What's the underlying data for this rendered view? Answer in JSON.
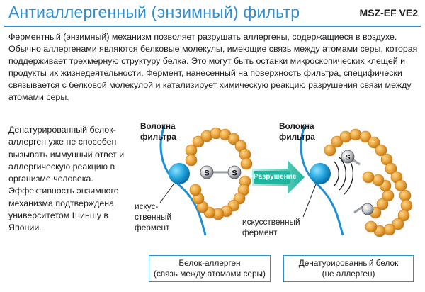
{
  "header": {
    "title": "Антиаллергенный (энзимный) фильтр",
    "model": "MSZ-EF VE2"
  },
  "intro_text": "Ферментный (энзимный) механизм позволяет разрушать аллергены, содержащиеся в воздухе. Обычно аллергенами являются белковые молекулы, имеющие связь между атомами серы, которая поддерживает трехмерную структуру белка. Это могут быть останки микроскопических клещей и продукты их жизнедеятельности. Фермент, нанесенный на поверхность фильтра, специфически связывается с белковой молекулой и катализирует химическую реакцию разрушения связи между атомами серы.",
  "side_text": "Денатурированный белок-аллерген уже не способен вызывать иммунный ответ и аллергическую реакцию в организме человека. Эффективность энзимного механизма подтверждена университетом Шиншу в Японии.",
  "diagram": {
    "left": {
      "fiber_label": "Волокна фильтра",
      "enzyme_label": "искус-ственный фермент",
      "caption_line1": "Белок-аллерген",
      "caption_line2": "(связь между атомами серы)"
    },
    "arrow_label": "Разрушение",
    "right": {
      "fiber_label": "Волокна фильтра",
      "enzyme_label": "искусственный фермент",
      "caption_line1": "Денатурированный белок",
      "caption_line2": "(не аллерген)"
    },
    "atom_label": "S",
    "colors": {
      "accent": "#2f8fd1",
      "enzyme": "#1fa3dc",
      "protein_bead": "#e9a23b",
      "arrow": "#3cc3b0"
    }
  }
}
